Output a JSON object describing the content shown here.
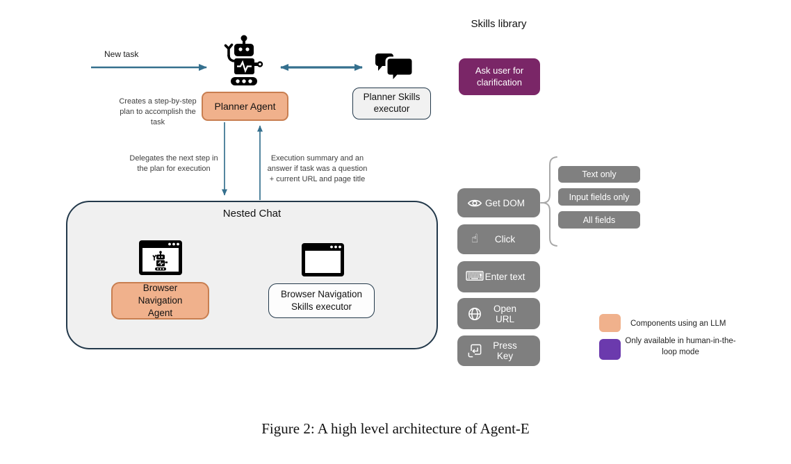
{
  "figure": {
    "caption": "Figure 2: A high level architecture of Agent-E"
  },
  "planner": {
    "new_task_label": "New task",
    "agent_label": "Planner Agent",
    "agent_note": "Creates a step-by-step plan to accomplish the task",
    "skills_executor_label": "Planner Skills executor",
    "delegates_label": "Delegates the next step in the plan for execution",
    "execution_label": "Execution summary and an answer if task was a question + current URL and page title"
  },
  "nested_chat": {
    "title": "Nested Chat",
    "agent_label": "Browser Navigation Agent",
    "skills_executor_label": "Browser Navigation Skills executor"
  },
  "skills": {
    "title": "Skills library",
    "ask_user_label": "Ask user for clarification",
    "buttons": [
      {
        "label": "Get DOM",
        "icon": "eye-icon"
      },
      {
        "label": "Click",
        "icon": "hand-pointer-icon"
      },
      {
        "label": "Enter text",
        "icon": "keyboard-icon"
      },
      {
        "label": "Open URL",
        "icon": "globe-icon"
      },
      {
        "label": "Press Key",
        "icon": "enter-key-icon"
      }
    ],
    "get_dom_options": [
      "Text only",
      "Input fields only",
      "All fields"
    ]
  },
  "legend": {
    "items": [
      {
        "color": "#F0B18C",
        "label": "Components using an LLM"
      },
      {
        "color": "#6B3AAD",
        "label": "Only available in human-in-the-loop mode"
      }
    ]
  },
  "colors": {
    "llm_component_fill": "#F0B18C",
    "llm_component_border": "#C87E50",
    "human_in_loop_box": "#7A2667",
    "legend_purple": "#6B3AAD",
    "skill_button_gray": "#7F7F7F",
    "arrow_blue": "#35708E",
    "container_border": "#22384A",
    "nested_chat_fill": "#F0F0F0"
  }
}
